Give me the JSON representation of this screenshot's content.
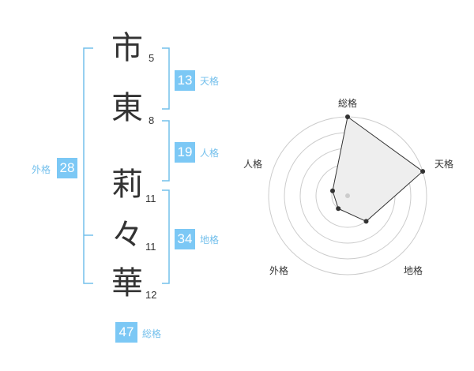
{
  "name": {
    "characters": [
      {
        "char": "市",
        "strokes": "5"
      },
      {
        "char": "東",
        "strokes": "8"
      },
      {
        "char": "莉",
        "strokes": "11"
      },
      {
        "char": "々",
        "strokes": "11"
      },
      {
        "char": "華",
        "strokes": "12"
      }
    ]
  },
  "scores": {
    "tenkaku": {
      "label": "天格",
      "value": "13"
    },
    "jinkaku": {
      "label": "人格",
      "value": "19"
    },
    "chikaku": {
      "label": "地格",
      "value": "34"
    },
    "gaikaku": {
      "label": "外格",
      "value": "28"
    },
    "soukaku": {
      "label": "総格",
      "value": "47"
    }
  },
  "radar": {
    "axes": [
      "総格",
      "天格",
      "地格",
      "外格",
      "人格"
    ],
    "levels": 5,
    "values": [
      5,
      5,
      2,
      1,
      1
    ],
    "fill_color": "#eeeeee",
    "line_color": "#333333",
    "ring_color": "#cccccc"
  },
  "colors": {
    "bracket": "#74c0ec",
    "badge": "#7cc8f5"
  }
}
